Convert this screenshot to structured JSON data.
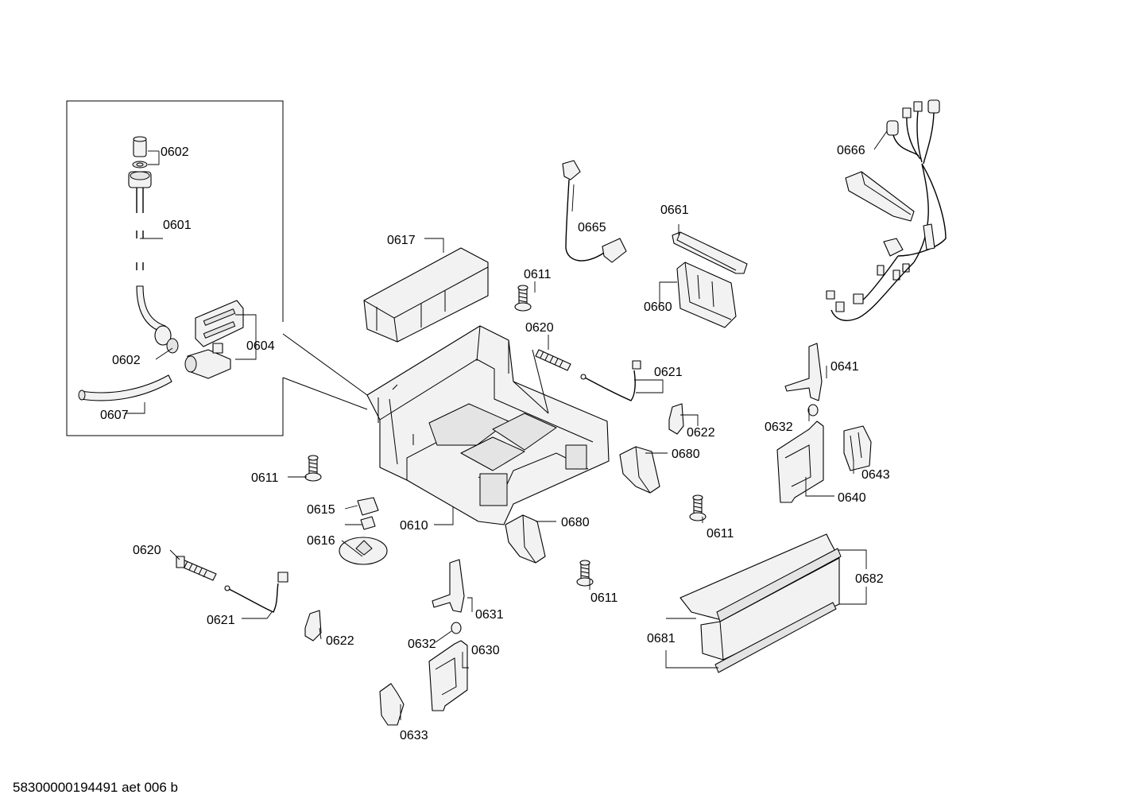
{
  "drawing_code": "58300000194491 aet 006 b",
  "callouts": [
    {
      "id": "c0602a",
      "text": "0602"
    },
    {
      "id": "c0601",
      "text": "0601"
    },
    {
      "id": "c0602b",
      "text": "0602"
    },
    {
      "id": "c0604",
      "text": "0604"
    },
    {
      "id": "c0607",
      "text": "0607"
    },
    {
      "id": "c0617",
      "text": "0617"
    },
    {
      "id": "c0665",
      "text": "0665"
    },
    {
      "id": "c0661",
      "text": "0661"
    },
    {
      "id": "c0660",
      "text": "0660"
    },
    {
      "id": "c0666",
      "text": "0666"
    },
    {
      "id": "c0611a",
      "text": "0611"
    },
    {
      "id": "c0620a",
      "text": "0620"
    },
    {
      "id": "c0621a",
      "text": "0621"
    },
    {
      "id": "c0622a",
      "text": "0622"
    },
    {
      "id": "c0680a",
      "text": "0680"
    },
    {
      "id": "c0641",
      "text": "0641"
    },
    {
      "id": "c0632a",
      "text": "0632"
    },
    {
      "id": "c0643",
      "text": "0643"
    },
    {
      "id": "c0640",
      "text": "0640"
    },
    {
      "id": "c0611b",
      "text": "0611"
    },
    {
      "id": "c0615",
      "text": "0615"
    },
    {
      "id": "c0610",
      "text": "0610"
    },
    {
      "id": "c0616",
      "text": "0616"
    },
    {
      "id": "c0680b",
      "text": "0680"
    },
    {
      "id": "c0611c",
      "text": "0611"
    },
    {
      "id": "c0620b",
      "text": "0620"
    },
    {
      "id": "c0621b",
      "text": "0621"
    },
    {
      "id": "c0622b",
      "text": "0622"
    },
    {
      "id": "c0631",
      "text": "0631"
    },
    {
      "id": "c0632b",
      "text": "0632"
    },
    {
      "id": "c0630",
      "text": "0630"
    },
    {
      "id": "c0633",
      "text": "0633"
    },
    {
      "id": "c0611d",
      "text": "0611"
    },
    {
      "id": "c0682",
      "text": "0682"
    },
    {
      "id": "c0681",
      "text": "0681"
    }
  ]
}
